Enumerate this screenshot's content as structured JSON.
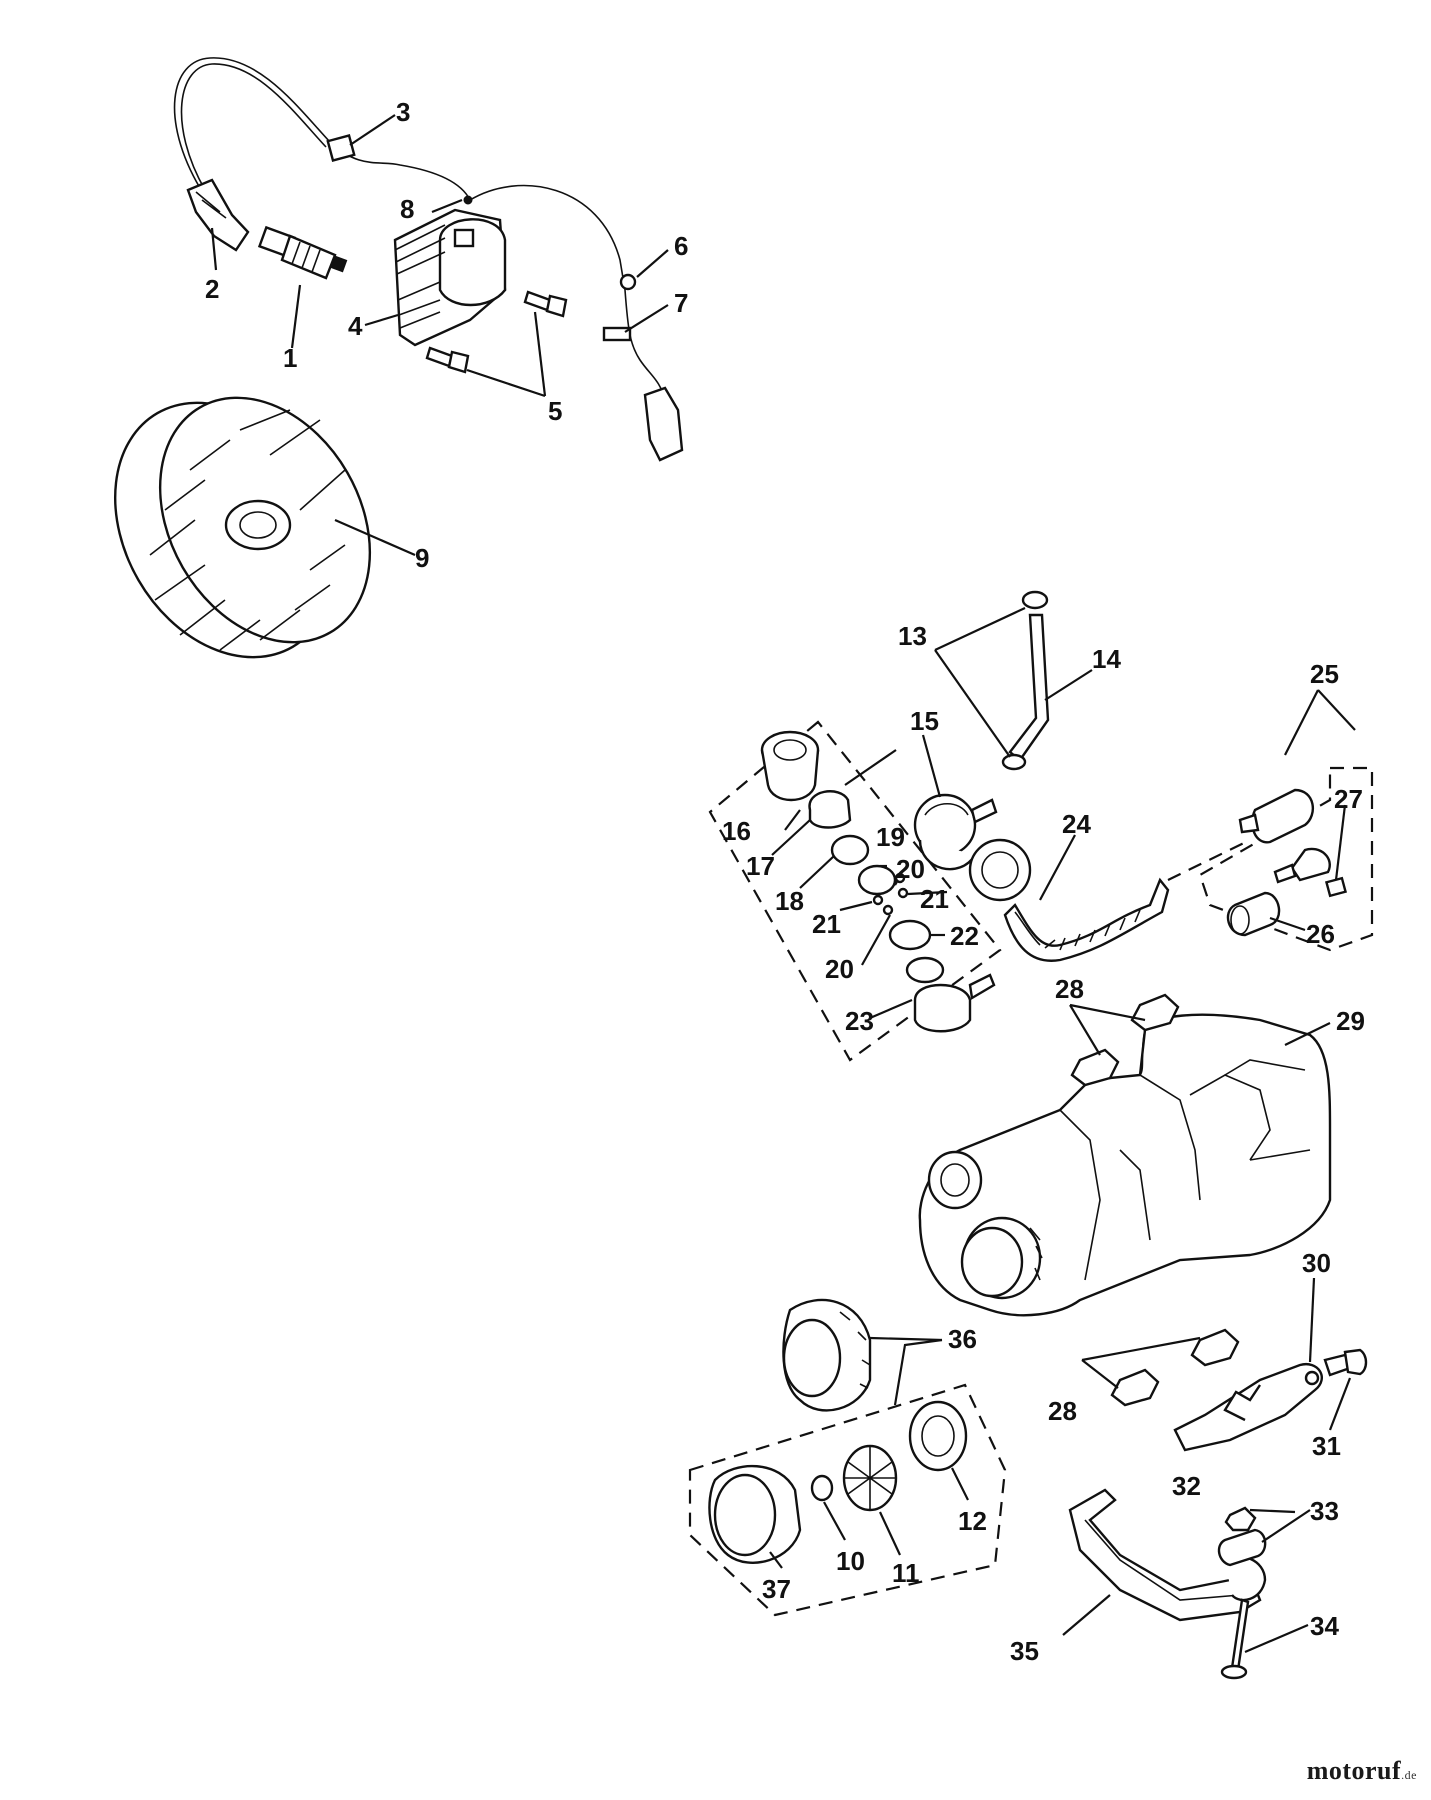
{
  "labels": {
    "p1": "1",
    "p2": "2",
    "p3": "3",
    "p4": "4",
    "p5": "5",
    "p6": "6",
    "p7": "7",
    "p8": "8",
    "p9": "9",
    "p10": "10",
    "p11": "11",
    "p12": "12",
    "p13": "13",
    "p14": "14",
    "p15": "15",
    "p16": "16",
    "p17": "17",
    "p18": "18",
    "p19": "19",
    "p20a": "20",
    "p20b": "20",
    "p21a": "21",
    "p21b": "21",
    "p22": "22",
    "p23": "23",
    "p24": "24",
    "p25": "25",
    "p26": "26",
    "p27": "27",
    "p28a": "28",
    "p28b": "28",
    "p29": "29",
    "p30": "30",
    "p31": "31",
    "p32": "32",
    "p33": "33",
    "p34": "34",
    "p35": "35",
    "p36": "36",
    "p37": "37"
  },
  "watermark": {
    "text": "motoruf",
    "suffix": ".de"
  }
}
